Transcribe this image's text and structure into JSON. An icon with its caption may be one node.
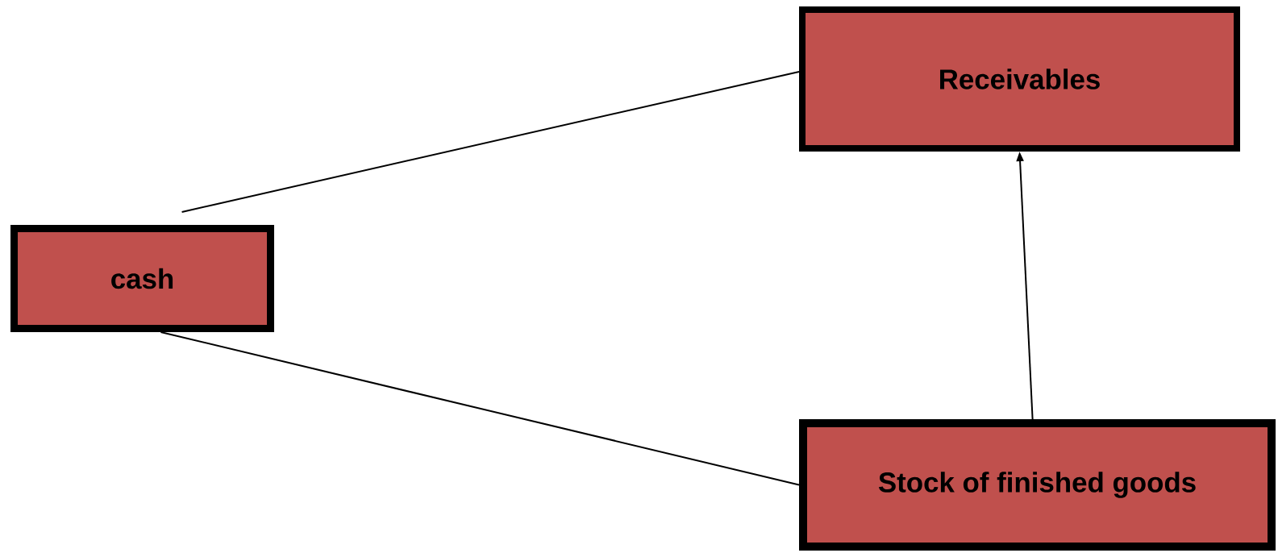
{
  "diagram": {
    "nodes": [
      {
        "text": [
          "cash"
        ]
      },
      {
        "text": [
          "Receivables"
        ]
      },
      {
        "text": [
          "Stock of finished goods"
        ]
      }
    ],
    "edges": [
      {
        "from": 0,
        "to": 1,
        "arrow": "none"
      },
      {
        "from": 0,
        "to": 2,
        "arrow": "none"
      },
      {
        "from": 2,
        "to": 1,
        "arrow": "to"
      }
    ]
  }
}
